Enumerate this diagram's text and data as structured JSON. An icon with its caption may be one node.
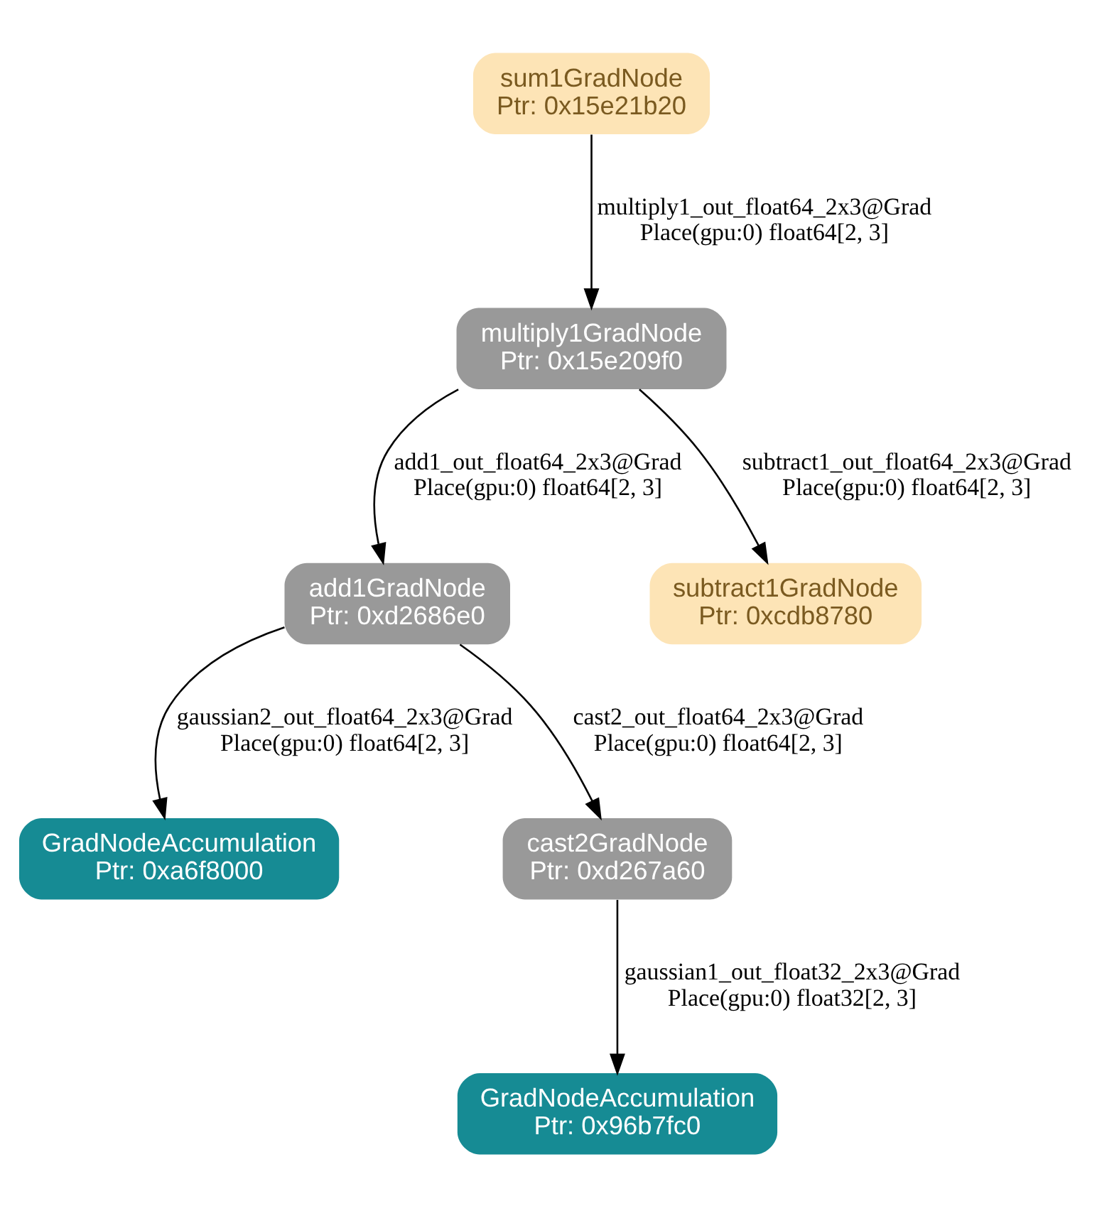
{
  "diagram": {
    "nodes": [
      {
        "text": [
          "sum1GradNode",
          "Ptr: 0x15e21b20"
        ]
      },
      {
        "text": [
          "multiply1GradNode",
          "Ptr: 0x15e209f0"
        ]
      },
      {
        "text": [
          "add1GradNode",
          "Ptr: 0xd2686e0"
        ]
      },
      {
        "text": [
          "subtract1GradNode",
          "Ptr: 0xcdb8780"
        ]
      },
      {
        "text": [
          "GradNodeAccumulation",
          "Ptr: 0xa6f8000"
        ]
      },
      {
        "text": [
          "cast2GradNode",
          "Ptr: 0xd267a60"
        ]
      },
      {
        "text": [
          "GradNodeAccumulation",
          "Ptr: 0x96b7fc0"
        ]
      }
    ],
    "edges": [
      {
        "from": 0,
        "to": 1,
        "arrow": "to",
        "label": "multiply1_out_float64_2x3@Grad Place(gpu:0) float64[2, 3]"
      },
      {
        "from": 1,
        "to": 2,
        "arrow": "to",
        "label": "add1_out_float64_2x3@Grad Place(gpu:0) float64[2, 3]"
      },
      {
        "from": 1,
        "to": 3,
        "arrow": "to",
        "label": "subtract1_out_float64_2x3@Grad Place(gpu:0) float64[2, 3]"
      },
      {
        "from": 2,
        "to": 4,
        "arrow": "to",
        "label": "gaussian2_out_float64_2x3@Grad Place(gpu:0) float64[2, 3]"
      },
      {
        "from": 2,
        "to": 5,
        "arrow": "to",
        "label": "cast2_out_float64_2x3@Grad Place(gpu:0) float64[2, 3]"
      },
      {
        "from": 5,
        "to": 6,
        "arrow": "to",
        "label": "gaussian1_out_float32_2x3@Grad Place(gpu:0) float32[2, 3]"
      }
    ]
  }
}
